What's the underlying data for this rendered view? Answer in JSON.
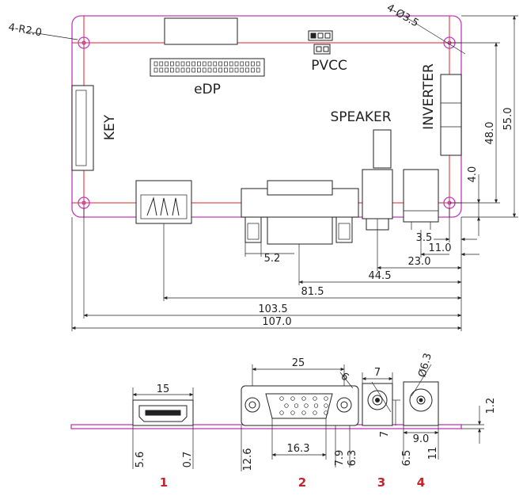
{
  "labels": {
    "edp": "eDP",
    "pvcc": "PVCC",
    "speaker": "SPEAKER",
    "inverter": "INVERTER",
    "key": "KEY"
  },
  "callouts": {
    "corner_radius": "4-R2.0",
    "mount_holes": "4-Ø3.5"
  },
  "dimensions": {
    "width_overall": "107.0",
    "width_holes": "103.5",
    "hdmi_offset": "81.5",
    "vga_offset": "44.5",
    "audio_offset": "23.0",
    "dc_offset": "11.0",
    "dc_edge": "3.5",
    "height_overall": "55.0",
    "height_holes": "48.0",
    "bottom_gap": "4.0",
    "vga_screw": "5.2"
  },
  "side_view": {
    "hdmi_width": "15",
    "hdmi_height": "5.6",
    "hdmi_offset": "0.7",
    "vga_width": "25",
    "vga_inner": "16.3",
    "vga_height": "12.6",
    "vga_a": "7.9",
    "vga_b": "6.3",
    "vga_c": "6",
    "audio_width": "7",
    "audio_height": "7",
    "dc_dia": "Ø6.3",
    "dc_width": "9.0",
    "dc_a": "6.5",
    "dc_b": "11",
    "pcb_thickness": "1.2"
  },
  "numbers": [
    "1",
    "2",
    "3",
    "4"
  ]
}
